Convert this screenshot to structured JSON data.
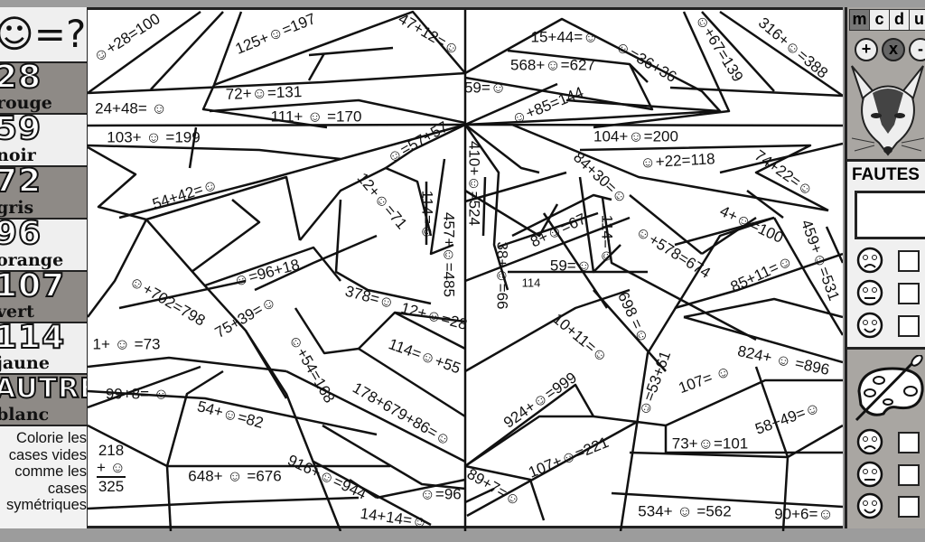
{
  "legend": {
    "title": "☺=?",
    "items": [
      {
        "number": "28",
        "color": "rouge",
        "hex": "#d32f2f"
      },
      {
        "number": "59",
        "color": "noir",
        "hex": "#111111"
      },
      {
        "number": "72",
        "color": "gris",
        "hex": "#888888"
      },
      {
        "number": "96",
        "color": "orange",
        "hex": "#f57c00"
      },
      {
        "number": "107",
        "color": "vert",
        "hex": "#2e7d32"
      },
      {
        "number": "114",
        "color": "jaune",
        "hex": "#fbc02d"
      },
      {
        "number": "AUTRE",
        "color": "blanc",
        "hex": "#ffffff"
      }
    ],
    "instructions": "Colorie les cases vides comme les cases symétriques"
  },
  "equations": [
    "☺+28=100",
    "125+☺=197",
    "47+12=☺",
    "24+48= ☺",
    "72+☺=131",
    "111+ ☺ =170",
    "103+ ☺ =199",
    "54+42=☺",
    "☺=57+57",
    "12+☺=71",
    "114=☺",
    "457+☺=485",
    "15+44=☺",
    "568+☺=627",
    "☺=36+36",
    "59=☺",
    "☺+85=144",
    "☺+67=139",
    "316+☺=388",
    "104+☺=200",
    "☺+22=118",
    "74+22=☺",
    "84+30=☺",
    "410+☺=524",
    "8+☺=67",
    "114=☺",
    "☺+578=674",
    "4+☺=100",
    "459+☺=531",
    "85+11=☺",
    "38+☺=66",
    "59=☺",
    "114",
    "☺=96+18",
    "☺+702=798",
    "75+39=☺",
    "1+ ☺ =73",
    "378=☺",
    "12+☺=28",
    "☺+54=168",
    "114=☺+55",
    "178+679+86=☺",
    "10+11=☺",
    "698 =☺",
    "824+ ☺ =896",
    "☺=53+61",
    "107= ☺",
    "99+8= ☺",
    "54+☺=82",
    "648+ ☺ =676",
    "916+☺=944",
    "14+14=☺",
    "☺=96",
    "924+☺=999",
    "107+☺=221",
    "73+☺=101",
    "58+49=☺",
    "89+7=☺",
    "534+ ☺ =562",
    "90+6=☺"
  ],
  "column_addition": {
    "top": "218",
    "middle": "+ ☺",
    "result": "325"
  },
  "right_panel": {
    "place_values": [
      "m",
      "c",
      "d",
      "u"
    ],
    "operations": [
      "+",
      "x",
      "-"
    ],
    "operation_active": "x",
    "animal_icon": "opossum-head",
    "fautes_label": "FAUTES",
    "fautes_value": "",
    "rating_icons": [
      "sad-face",
      "neutral-face",
      "happy-face"
    ],
    "palette_icon": "paint-palette-brush"
  }
}
